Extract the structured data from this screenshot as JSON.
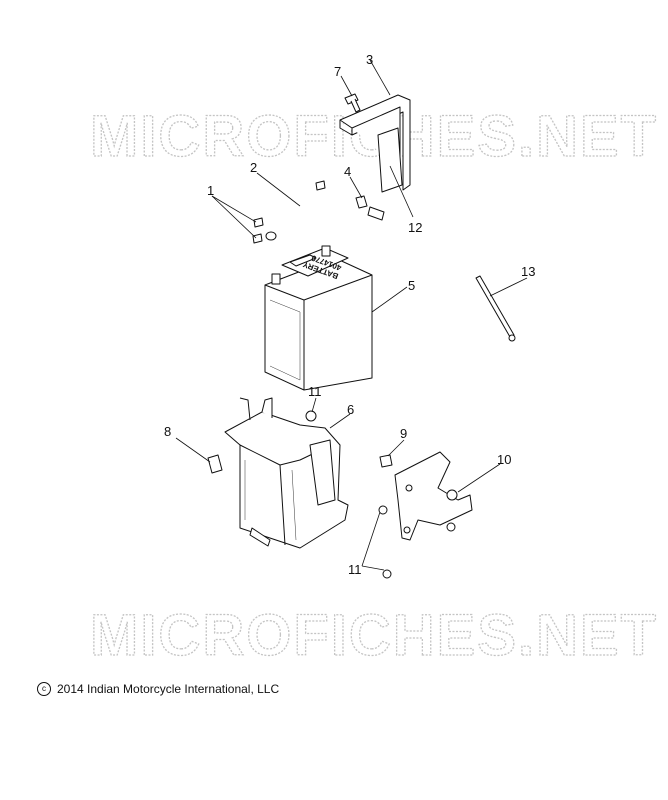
{
  "watermark": {
    "text": "MICROFICHES.NET"
  },
  "battery_label": {
    "line1": "BATTERY",
    "line2": "4014770"
  },
  "callouts": [
    {
      "id": "1",
      "label": "1"
    },
    {
      "id": "2",
      "label": "2"
    },
    {
      "id": "3",
      "label": "3"
    },
    {
      "id": "4",
      "label": "4"
    },
    {
      "id": "5",
      "label": "5"
    },
    {
      "id": "6",
      "label": "6"
    },
    {
      "id": "7",
      "label": "7"
    },
    {
      "id": "8",
      "label": "8"
    },
    {
      "id": "9",
      "label": "9"
    },
    {
      "id": "10",
      "label": "10"
    },
    {
      "id": "11a",
      "label": "11"
    },
    {
      "id": "11b",
      "label": "11"
    },
    {
      "id": "12",
      "label": "12"
    },
    {
      "id": "13",
      "label": "13"
    }
  ],
  "copyright": {
    "symbol": "c",
    "text": "2014 Indian Motorcycle International, LLC"
  }
}
